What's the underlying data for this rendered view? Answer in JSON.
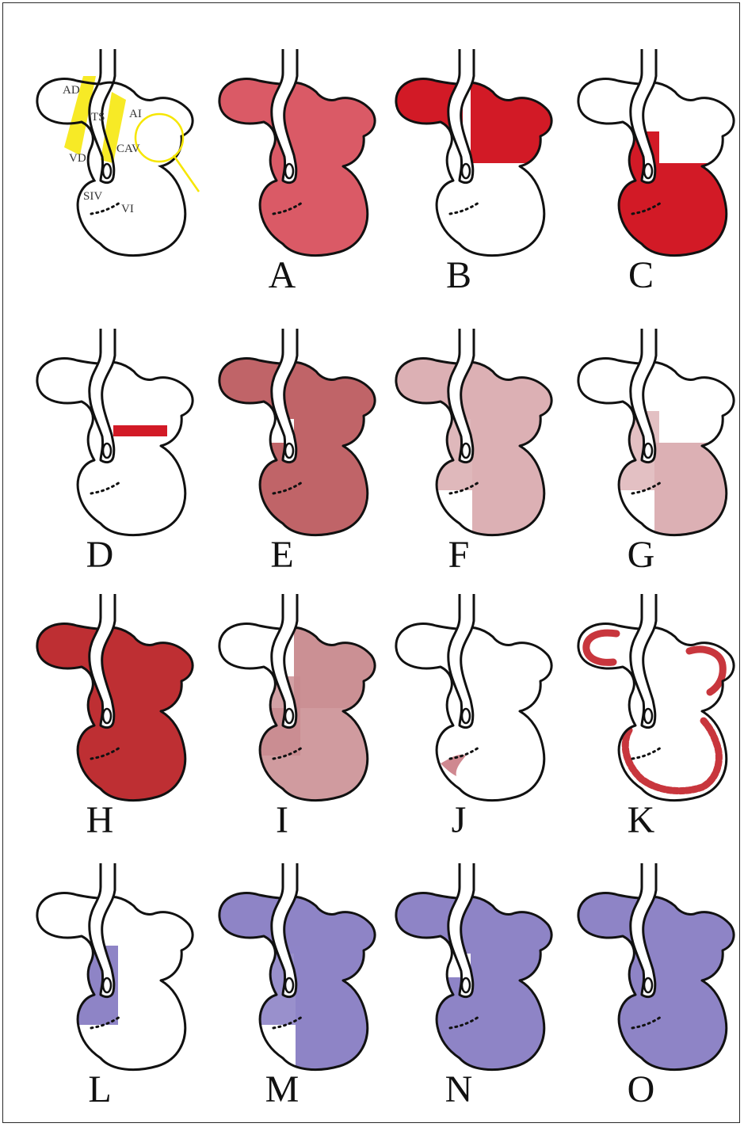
{
  "figure": {
    "colors": {
      "outline": "#111111",
      "highlight_yellow": "#f6e600",
      "red_medium": "#da5a66",
      "red_bright": "#d21a26",
      "red_muted": "#c06468",
      "red_light": "#dcb0b4",
      "red_dark": "#be2f33",
      "blue_violet": "#8e84c6"
    },
    "reference": {
      "labels": {
        "ad": "AD",
        "ts": "TS",
        "ai": "AI",
        "vd": "VD",
        "cav": "CAV",
        "siv": "SIV",
        "vi": "VI"
      }
    },
    "panels": [
      {
        "letter": "A",
        "stain": "all-chambers",
        "color": "#da5a66"
      },
      {
        "letter": "B",
        "stain": "atria",
        "color": "#d21a26"
      },
      {
        "letter": "C",
        "stain": "ventricles",
        "color": "#d21a26"
      },
      {
        "letter": "D",
        "stain": "outflow-and-canal",
        "color": "#d21a26"
      },
      {
        "letter": "E",
        "stain": "atria-and-ventricles",
        "color": "#c06468"
      },
      {
        "letter": "F",
        "stain": "atria-and-left-ventricle",
        "color": "#dcb0b4"
      },
      {
        "letter": "G",
        "stain": "left-ventricle",
        "color": "#dcb0b4"
      },
      {
        "letter": "H",
        "stain": "all-dark",
        "color": "#be2f33"
      },
      {
        "letter": "I",
        "stain": "mixed",
        "color": "#c88a8e"
      },
      {
        "letter": "J",
        "stain": "septum-spot",
        "color": "#cf8890"
      },
      {
        "letter": "K",
        "stain": "wall-layer",
        "color": "#c8363d"
      },
      {
        "letter": "L",
        "stain": "right-ventricle",
        "color": "#8e84c6"
      },
      {
        "letter": "M",
        "stain": "atria-and-left-ventricle",
        "color": "#8e84c6"
      },
      {
        "letter": "N",
        "stain": "atria-and-ventricles",
        "color": "#8e84c6"
      },
      {
        "letter": "O",
        "stain": "all-chambers",
        "color": "#8e84c6"
      }
    ]
  }
}
